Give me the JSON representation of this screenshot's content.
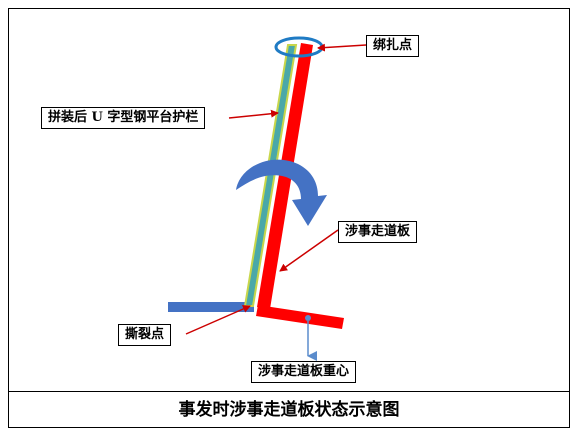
{
  "labels": {
    "tie_point": "绑扎点",
    "guardrail": "拼装后 U 字型钢平台护栏",
    "walkway_board": "涉事走道板",
    "tear_point": "撕裂点",
    "board_center_of_gravity": "涉事走道板重心"
  },
  "caption": "事发时涉事走道板状态示意图",
  "colors": {
    "walkway_board": "#ff0000",
    "guardrail_fill": "#4aa8a8",
    "guardrail_edge": "#c8d64a",
    "platform": "#4472c4",
    "rotation_arrow": "#4472c4",
    "tie_ellipse": "#1f7bc4",
    "leader_line": "#cc0000",
    "gravity_arrow": "#5b8ccc"
  }
}
